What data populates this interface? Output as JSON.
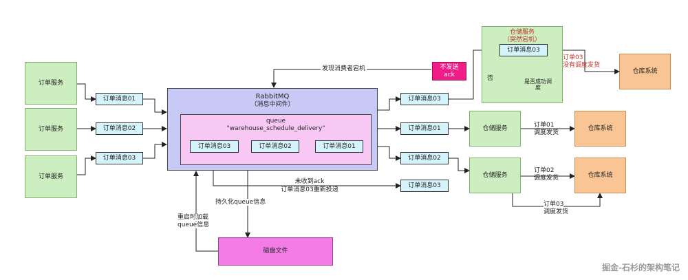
{
  "order_services": [
    "订单服务",
    "订单服务",
    "订单服务"
  ],
  "input_messages": [
    "订单消息01",
    "订单消息02",
    "订单消息03"
  ],
  "rabbitmq": {
    "title": "RabbitMQ",
    "subtitle": "（消息中间件）"
  },
  "queue": {
    "title": "queue",
    "name": "\"warehouse_schedule_delivery\"",
    "items": [
      "订单消息03",
      "订单消息02",
      "订单消息01"
    ]
  },
  "output_messages": [
    "订单消息03",
    "订单消息01",
    "订单消息02",
    "订单消息03"
  ],
  "crashed_service": {
    "title": "仓储服务",
    "subtitle": "（突然宕机）",
    "message": "订单消息03",
    "decision": "是否成功调度",
    "no_label": "否"
  },
  "no_ack": "不发送ack",
  "consumer_down_label": "发现消费者宕机",
  "undelivered_label_1": "订单03",
  "undelivered_label_2": "没有调度发货",
  "warehouse_services": [
    "仓储服务",
    "仓储服务"
  ],
  "warehouse_systems": [
    "仓库系统",
    "仓库系统",
    "仓库系统"
  ],
  "dispatch_labels": [
    [
      "订单01",
      "调度发货"
    ],
    [
      "订单02",
      "调度发货"
    ],
    [
      "订单03",
      "调度发货"
    ]
  ],
  "redeliver_labels": [
    "未收到ack",
    "订单消息03重新投递"
  ],
  "persist_label": "持久化queue信息",
  "reload_labels": [
    "重启时加载",
    "queue信息"
  ],
  "disk": "磁盘文件",
  "watermark": "掘金-石杉的架构笔记",
  "colors": {
    "order_service": "#cdeec0",
    "message": "#d5f3fb",
    "rabbitmq": "#c9c9f6",
    "queue": "#f7c8f4",
    "disk": "#f47ce6",
    "warehouse_system": "#f9c594",
    "no_ack": "#f01c88",
    "alert_text": "#c0392b"
  }
}
